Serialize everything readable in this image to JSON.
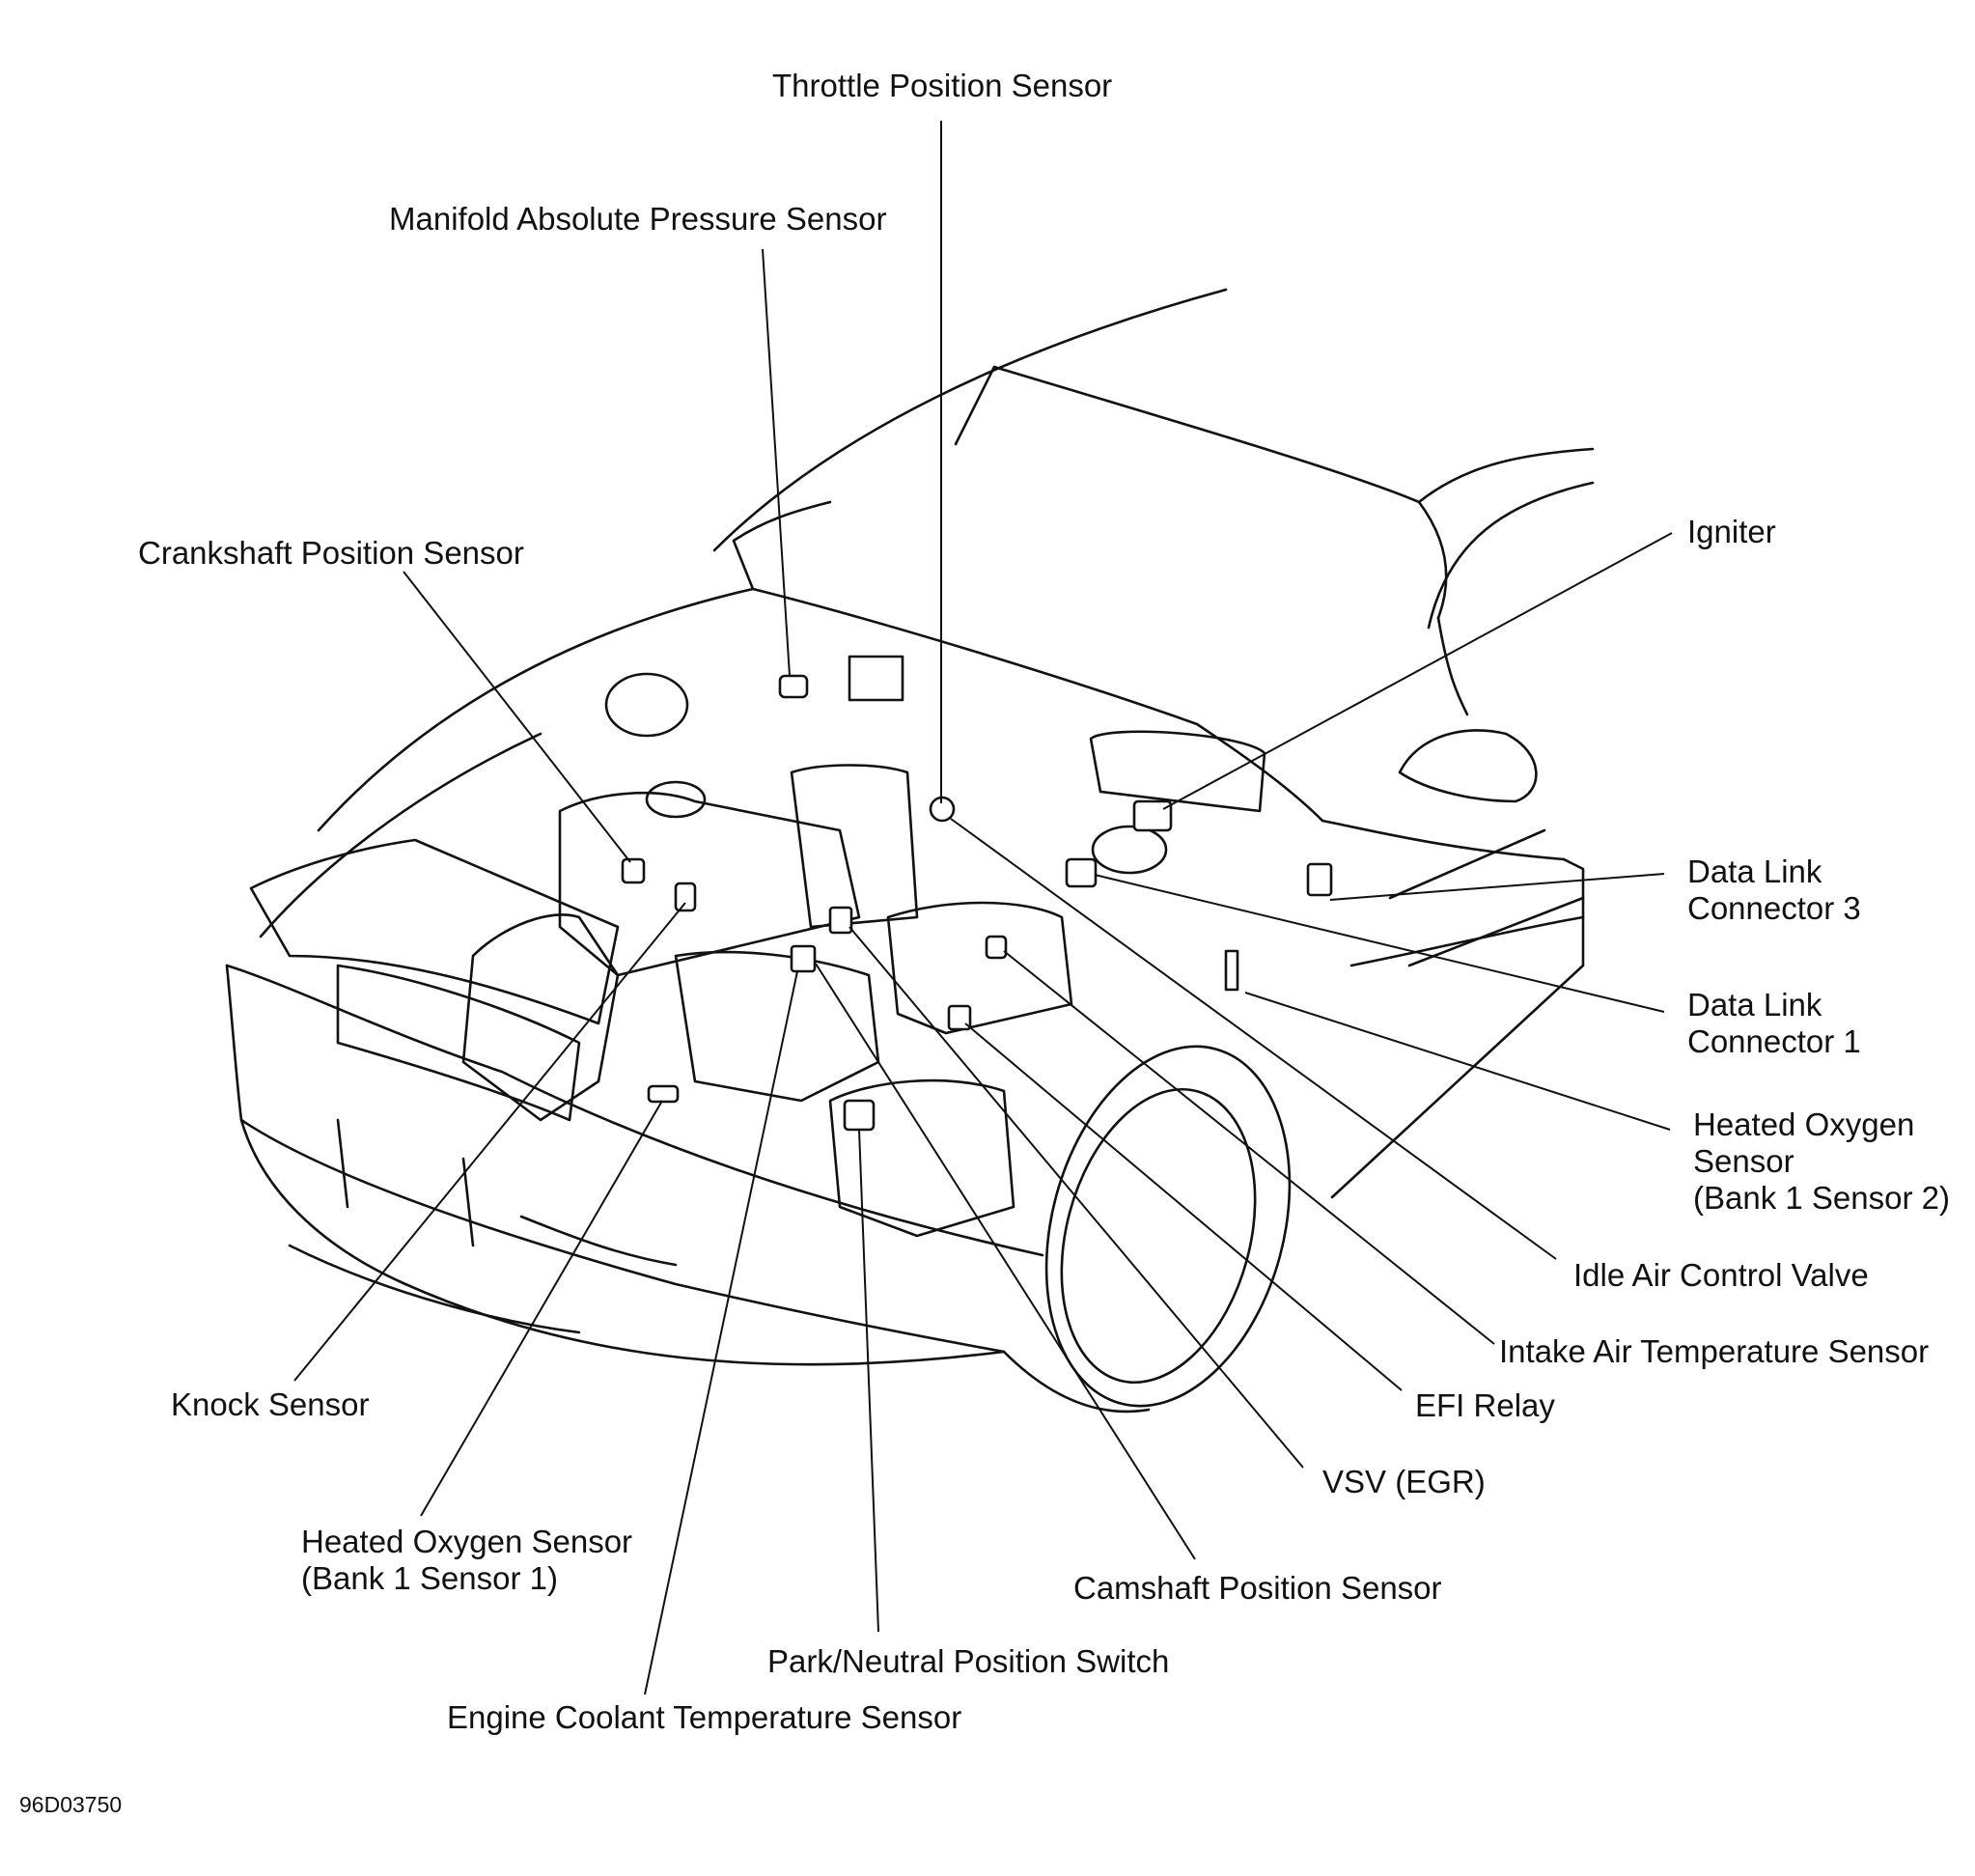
{
  "labels": {
    "throttle_position_sensor": "Throttle Position Sensor",
    "manifold_absolute_pressure_sensor": "Manifold Absolute Pressure Sensor",
    "crankshaft_position_sensor": "Crankshaft Position Sensor",
    "igniter": "Igniter",
    "data_link_connector_3": [
      "Data Link",
      "Connector 3"
    ],
    "data_link_connector_1": [
      "Data Link",
      "Connector 1"
    ],
    "heated_oxygen_sensor_bank1_sensor2": [
      "Heated Oxygen",
      "Sensor",
      "(Bank 1 Sensor 2)"
    ],
    "idle_air_control_valve": "Idle Air Control Valve",
    "intake_air_temperature_sensor": "Intake Air Temperature Sensor",
    "efi_relay": "EFI Relay",
    "vsv_egr": "VSV (EGR)",
    "camshaft_position_sensor": "Camshaft Position Sensor",
    "park_neutral_position_switch": "Park/Neutral Position Switch",
    "engine_coolant_temperature_sensor": "Engine Coolant Temperature Sensor",
    "heated_oxygen_sensor_bank1_sensor1": [
      "Heated Oxygen Sensor",
      "(Bank 1 Sensor 1)"
    ],
    "knock_sensor": "Knock Sensor"
  },
  "figure_code": "96D03750"
}
